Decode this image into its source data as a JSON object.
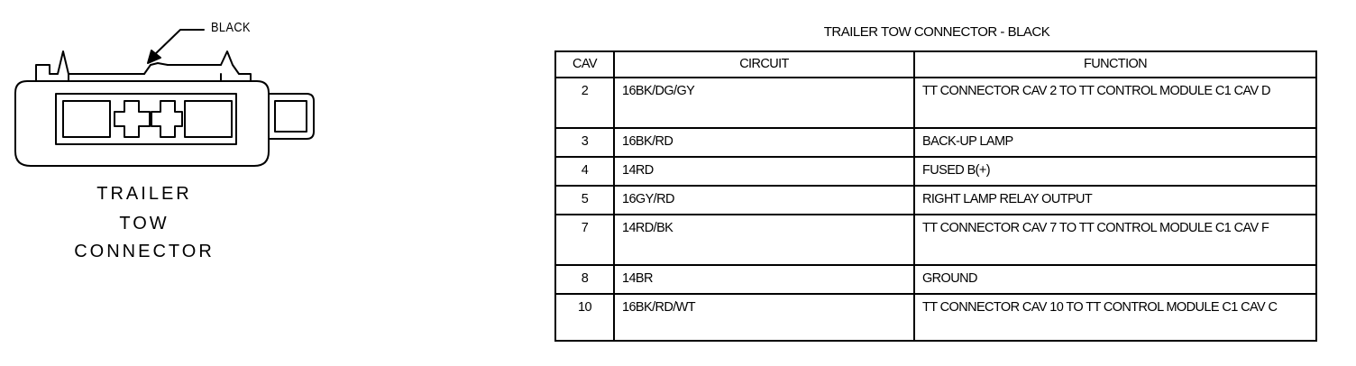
{
  "connector": {
    "callout": "BLACK",
    "caption": [
      "TRAILER",
      "TOW",
      "CONNECTOR"
    ]
  },
  "table": {
    "title": "TRAILER TOW CONNECTOR - BLACK",
    "headers": [
      "CAV",
      "CIRCUIT",
      "FUNCTION"
    ],
    "rows": [
      {
        "cav": "2",
        "circuit": "16BK/DG/GY",
        "function": "TT CONNECTOR CAV 2 TO TT CONTROL MODULE C1 CAV D"
      },
      {
        "cav": "3",
        "circuit": "16BK/RD",
        "function": "BACK-UP LAMP"
      },
      {
        "cav": "4",
        "circuit": "14RD",
        "function": "FUSED B(+)"
      },
      {
        "cav": "5",
        "circuit": "16GY/RD",
        "function": "RIGHT LAMP RELAY OUTPUT"
      },
      {
        "cav": "7",
        "circuit": "14RD/BK",
        "function": "TT CONNECTOR CAV 7 TO TT CONTROL MODULE C1 CAV F"
      },
      {
        "cav": "8",
        "circuit": "14BR",
        "function": "GROUND"
      },
      {
        "cav": "10",
        "circuit": "16BK/RD/WT",
        "function": "TT CONNECTOR CAV 10 TO TT CONTROL MODULE C1 CAV C"
      }
    ]
  }
}
